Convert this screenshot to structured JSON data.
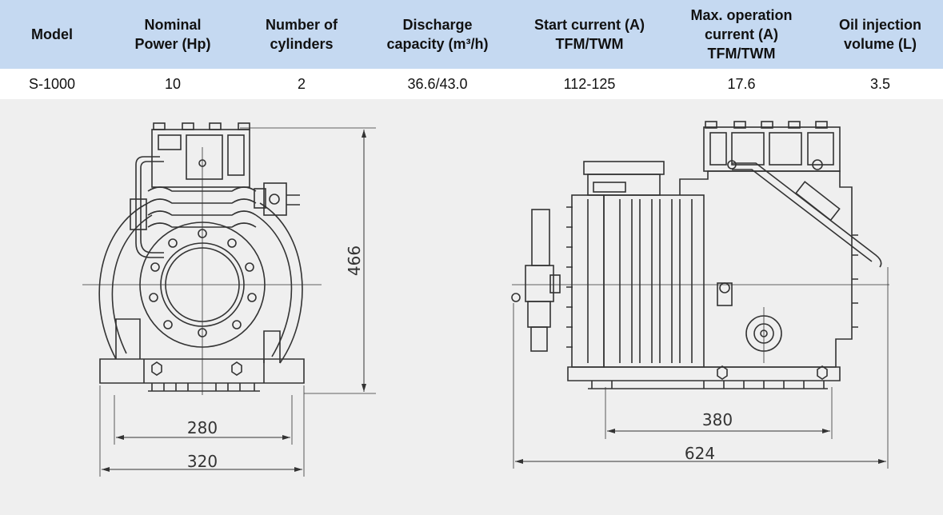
{
  "table": {
    "headers": [
      [
        "Model"
      ],
      [
        "Nominal",
        "Power (Hp)"
      ],
      [
        "Number of",
        "cylinders"
      ],
      [
        "Discharge",
        "capacity (m³/h)"
      ],
      [
        "Start current (A)",
        "TFM/TWM"
      ],
      [
        "Max. operation",
        "current (A)",
        "TFM/TWM"
      ],
      [
        "Oil injection",
        "volume (L)"
      ]
    ],
    "rows": [
      [
        "S-1000",
        "10",
        "2",
        "36.6/43.0",
        "112-125",
        "17.6",
        "3.5"
      ]
    ]
  },
  "drawing": {
    "front_view": {
      "height_label": "466",
      "inner_width_label": "280",
      "outer_width_label": "320"
    },
    "side_view": {
      "inner_length_label": "380",
      "overall_length_label": "624"
    }
  }
}
